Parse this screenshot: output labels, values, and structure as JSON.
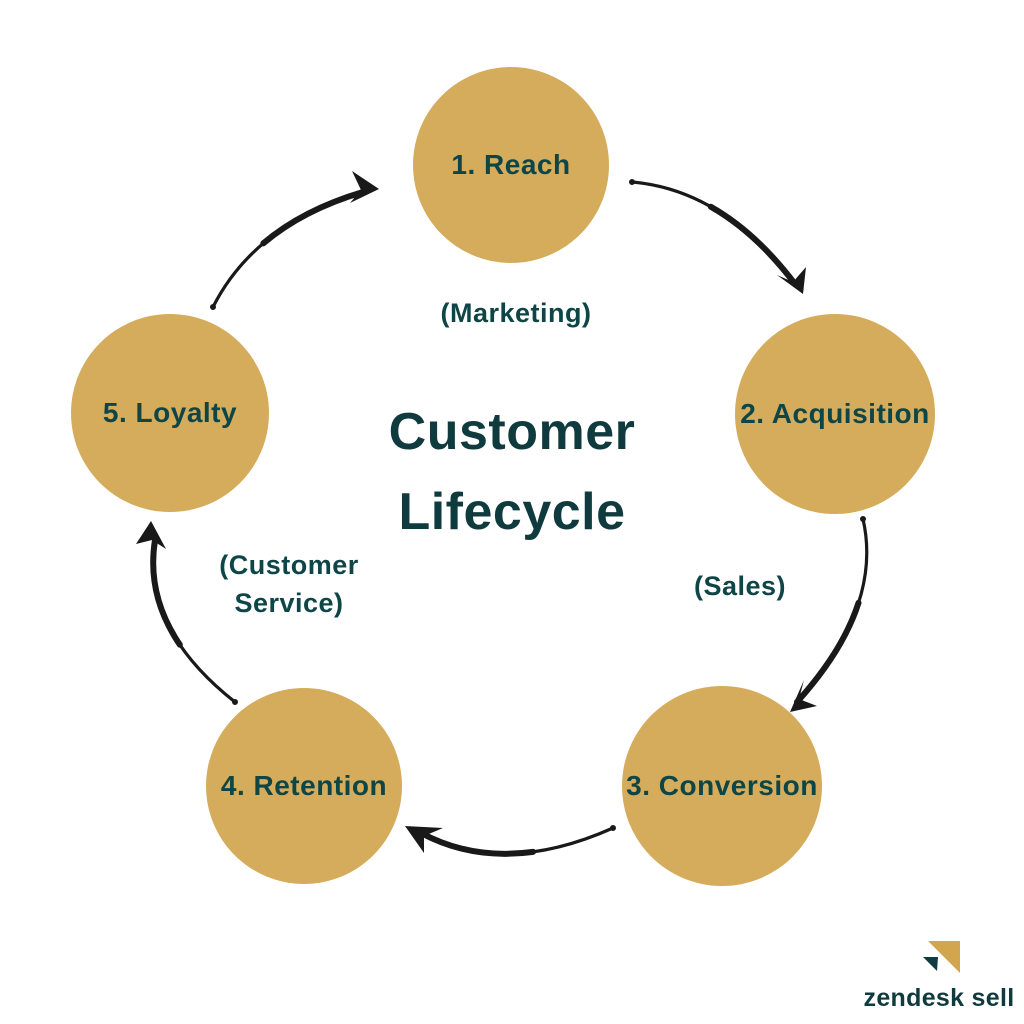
{
  "diagram": {
    "title_line1": "Customer",
    "title_line2": "Lifecycle",
    "stages": [
      {
        "id": "reach",
        "label": "1. Reach"
      },
      {
        "id": "acquisition",
        "label": "2. Acquisition"
      },
      {
        "id": "conversion",
        "label": "3. Conversion"
      },
      {
        "id": "retention",
        "label": "4. Retention"
      },
      {
        "id": "loyalty",
        "label": "5. Loyalty"
      }
    ],
    "annotations": {
      "marketing": "(Marketing)",
      "sales": "(Sales)",
      "customer_service": "(Customer\nService)"
    }
  },
  "branding": {
    "logo_text": "zendesk sell"
  },
  "colors": {
    "background": "#FFFFFF",
    "circle_fill": "#D4AC5C",
    "text_teal": "#0E4547",
    "title_teal": "#103B3E",
    "arrow_black": "#191919",
    "logo_gold": "#D2A64F",
    "logo_teal": "#113B40"
  }
}
